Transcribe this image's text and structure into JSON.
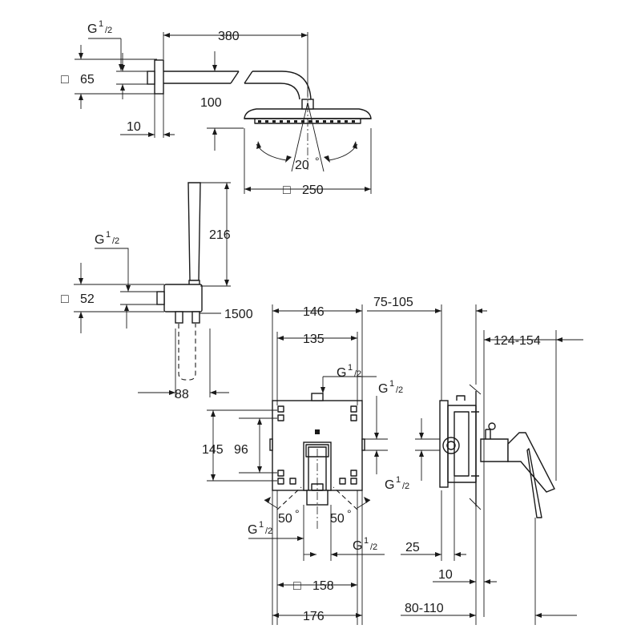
{
  "labels": {
    "head_arm_length": "380",
    "head_arm_thread_g": "G",
    "head_arm_thread_num": "1",
    "head_arm_thread_den": "/2",
    "head_flange_sq": "65",
    "head_flange_depth": "10",
    "head_drop": "100",
    "head_tilt": "20",
    "head_diameter_sq": "250",
    "hand_length": "216",
    "hand_thread_g": "G",
    "hand_thread_num": "1",
    "hand_thread_den": "/2",
    "hand_flange_sq": "52",
    "hose_length": "1500",
    "hand_outlet_width": "88",
    "box_width_outer": "146",
    "box_width_inner": "135",
    "box_top_thread_g": "G",
    "box_top_thread_num": "1",
    "box_top_thread_den": "/2",
    "box_right_thread_g": "G",
    "box_right_thread_num": "1",
    "box_right_thread_den": "/2",
    "box_height_outer": "145",
    "box_height_inner": "96",
    "lever_angle_left": "50",
    "lever_angle_right": "50",
    "box_bottom_left_thread_g": "G",
    "box_bottom_left_thread_num": "1",
    "box_bottom_left_thread_den": "/2",
    "box_bottom_right_thread_g": "G",
    "box_bottom_right_thread_num": "1",
    "box_bottom_right_thread_den": "/2",
    "trim_plate_sq": "158",
    "trim_plate_overall": "176",
    "side_install_depth": "75-105",
    "side_outlet_thread_g": "G",
    "side_outlet_thread_num": "1",
    "side_outlet_thread_den": "/2",
    "side_projection": "124-154",
    "side_offset_25": "25",
    "side_offset_10": "10",
    "side_depth_range": "80-110",
    "degree_sign": "°",
    "square_symbol": "□"
  }
}
